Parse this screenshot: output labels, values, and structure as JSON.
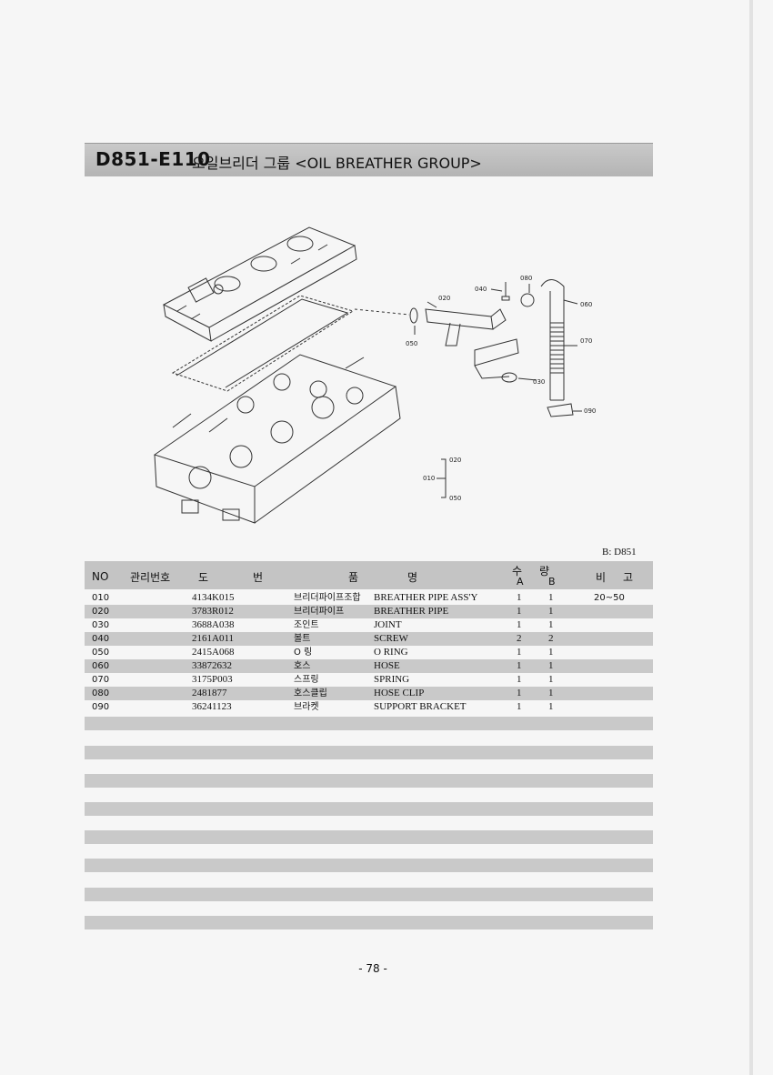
{
  "header": {
    "code": "D851-E110",
    "title": "오일브리더 그룹 <OIL BREATHER GROUP>"
  },
  "diagram": {
    "callouts": [
      "080",
      "040",
      "020",
      "050",
      "060",
      "070",
      "030",
      "090",
      "010",
      "020",
      "050"
    ]
  },
  "model_note": "B: D851",
  "table": {
    "headers": {
      "no": "NO",
      "mgmt": "관리번호",
      "drawing_1": "도",
      "drawing_2": "번",
      "name_1": "품",
      "name_2": "명",
      "qty_1": "수",
      "qty_2": "량",
      "qty_a": "A",
      "qty_b": "B",
      "remarks_1": "비",
      "remarks_2": "고"
    },
    "rows": [
      {
        "no": "010",
        "part": "4134K015",
        "kr": "브리더파이프조합",
        "en": "BREATHER PIPE ASS'Y",
        "a": "1",
        "b": "1",
        "remark": "20~50"
      },
      {
        "no": "020",
        "part": "3783R012",
        "kr": "브리더파이프",
        "en": "BREATHER PIPE",
        "a": "1",
        "b": "1",
        "remark": ""
      },
      {
        "no": "030",
        "part": "3688A038",
        "kr": "조인트",
        "en": "JOINT",
        "a": "1",
        "b": "1",
        "remark": ""
      },
      {
        "no": "040",
        "part": "2161A011",
        "kr": "볼트",
        "en": "SCREW",
        "a": "2",
        "b": "2",
        "remark": ""
      },
      {
        "no": "050",
        "part": "2415A068",
        "kr": "O 링",
        "en": "O RING",
        "a": "1",
        "b": "1",
        "remark": ""
      },
      {
        "no": "060",
        "part": "33872632",
        "kr": "호스",
        "en": "HOSE",
        "a": "1",
        "b": "1",
        "remark": ""
      },
      {
        "no": "070",
        "part": "3175P003",
        "kr": "스프링",
        "en": "SPRING",
        "a": "1",
        "b": "1",
        "remark": ""
      },
      {
        "no": "080",
        "part": "2481877",
        "kr": "호스클립",
        "en": "HOSE CLIP",
        "a": "1",
        "b": "1",
        "remark": ""
      },
      {
        "no": "090",
        "part": "36241123",
        "kr": "브라켓",
        "en": "SUPPORT BRACKET",
        "a": "1",
        "b": "1",
        "remark": ""
      }
    ]
  },
  "page_number": "- 78 -"
}
